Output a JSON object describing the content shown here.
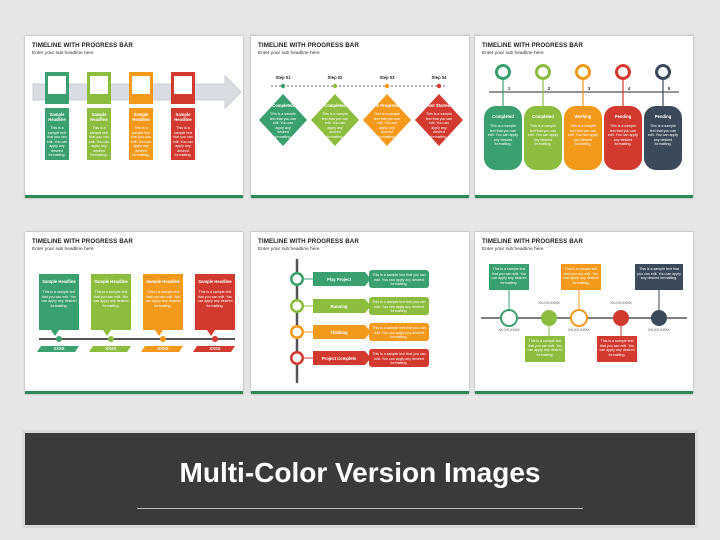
{
  "colors": {
    "green": "#3aa070",
    "lime": "#8cbd3f",
    "orange": "#f39a1c",
    "red": "#d2392f",
    "navy": "#3b4a5a",
    "accent_bar": "#2e8b57"
  },
  "slide_title": "TIMELINE WITH PROGRESS BAR",
  "slide_subtitle": "Enter your sub headline here",
  "sample_text_short": "This is a sample text that you can edit. You can apply any desired formatting.",
  "slide1": {
    "headline": "Sample Headline"
  },
  "slide2": {
    "steps": [
      "Step 01",
      "Step 02",
      "Step 03",
      "Step 04"
    ],
    "statuses": [
      "Completed",
      "Completed",
      "In Progress",
      "Not Started"
    ]
  },
  "slide3": {
    "numbers": [
      "1",
      "2",
      "3",
      "4",
      "5"
    ],
    "statuses": [
      "Completed",
      "Completed",
      "Working",
      "Pending",
      "Pending"
    ]
  },
  "slide4": {
    "headline": "Sample Headline",
    "year": "XXXX"
  },
  "slide5": {
    "items": [
      "Play Project",
      "Running",
      "Thinking",
      "Project Complete"
    ]
  },
  "slide6": {
    "date": "XX-XX-XXXX"
  },
  "banner": {
    "title": "Multi-Color Version Images"
  }
}
